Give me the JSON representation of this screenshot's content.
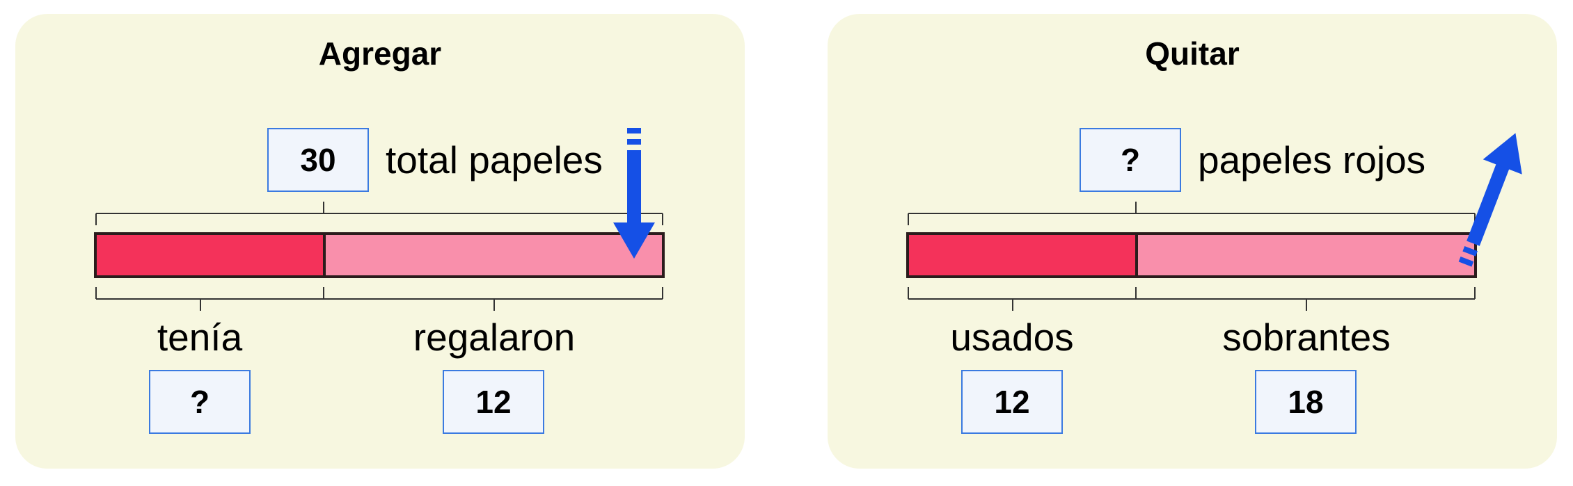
{
  "diagrams": [
    {
      "id": "agregar",
      "title": "Agregar",
      "top_value": "30",
      "top_label": "total papeles",
      "segments": [
        {
          "label": "tenía",
          "value": "?"
        },
        {
          "label": "regalaron",
          "value": "12"
        }
      ],
      "arrow_direction": "down"
    },
    {
      "id": "quitar",
      "title": "Quitar",
      "top_value": "?",
      "top_label": "papeles rojos",
      "segments": [
        {
          "label": "usados",
          "value": "12"
        },
        {
          "label": "sobrantes",
          "value": "18"
        }
      ],
      "arrow_direction": "up"
    }
  ],
  "colors": {
    "panel_bg": "#f7f7e0",
    "segment_dark": "#f4325a",
    "segment_light": "#f98fab",
    "arrow": "#1550e6",
    "box_border": "#3b7ae0",
    "box_fill": "#f1f5fc"
  }
}
